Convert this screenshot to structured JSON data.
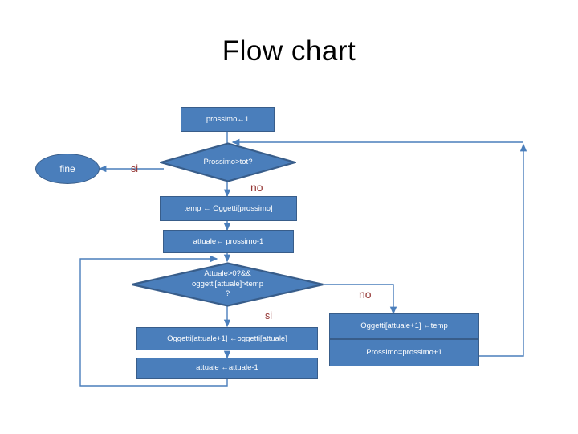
{
  "title": "Flow chart",
  "colors": {
    "node_fill": "#4A7EBB",
    "node_border": "#385D8A",
    "node_text": "#FFFFFF",
    "edge_label": "#953735",
    "connector": "#4A7EBB",
    "background": "#FFFFFF",
    "title_text": "#000000"
  },
  "nodes": {
    "init": "prossimo←1",
    "end": "fine",
    "decision_outer": "Prossimo>tot?",
    "temp_assign": "temp ← Oggetti[prossimo]",
    "attuale_assign": "attuale← prossimo-1",
    "decision_inner_line1": "Attuale>0?&&",
    "decision_inner_line2": "oggetti[attuale]>temp",
    "decision_inner_line3": "?",
    "shift_assign": "Oggetti[attuale+1] ←oggetti[attuale]",
    "attuale_dec": "attuale ←attuale-1",
    "place_temp": "Oggetti[attuale+1] ←temp",
    "prossimo_inc": "Prossimo=prossimo+1"
  },
  "edge_labels": {
    "outer_yes": "si",
    "outer_no": "no",
    "inner_yes": "si",
    "inner_no": "no"
  }
}
